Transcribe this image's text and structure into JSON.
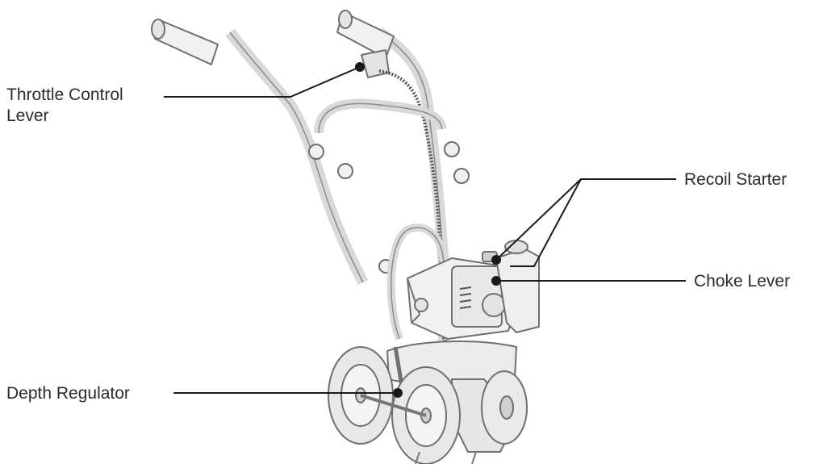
{
  "labels": {
    "throttle_line1": "Throttle Control",
    "throttle_line2": "Lever",
    "recoil_starter": "Recoil Starter",
    "choke_lever": "Choke Lever",
    "depth_regulator": "Depth Regulator"
  },
  "colors": {
    "line": "#1a1a1a",
    "machine_stroke": "#6f6f6f",
    "machine_fill": "#f1f1f1",
    "machine_shade": "#dcdcdc"
  }
}
